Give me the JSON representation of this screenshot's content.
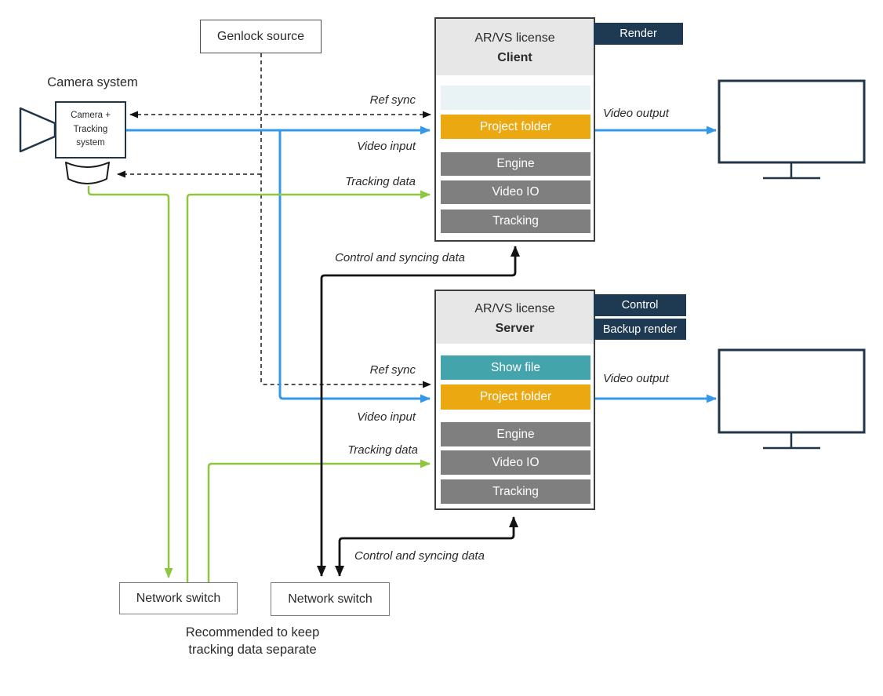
{
  "colors": {
    "tag_navy": "#1e3a52",
    "outline_navy": "#213549",
    "module_gray": "#7f7f7f",
    "header_gray": "#e7e7e7",
    "placeholder_blue": "#e9f3f6",
    "teal": "#44a4ac",
    "orange": "#eba811",
    "arrow_blue": "#3498ea",
    "arrow_green": "#8dc63f",
    "line_black": "#131313"
  },
  "camera": {
    "label": "Camera system",
    "body_lines": [
      "Camera +",
      "Tracking",
      "system"
    ]
  },
  "genlock": {
    "label": "Genlock source"
  },
  "client": {
    "license": "AR/VS license",
    "role": "Client",
    "tags": [
      "Render"
    ],
    "placeholder": "",
    "modules": [
      "Project folder",
      "Engine",
      "Video IO",
      "Tracking"
    ]
  },
  "server": {
    "license": "AR/VS license",
    "role": "Server",
    "tags": [
      "Control",
      "Backup render"
    ],
    "modules": [
      "Show file",
      "Project folder",
      "Engine",
      "Video IO",
      "Tracking"
    ]
  },
  "labels": {
    "ref_sync": "Ref sync",
    "video_input": "Video input",
    "tracking_data": "Tracking data",
    "control_sync": "Control and syncing data",
    "video_output": "Video output"
  },
  "switches": [
    {
      "label": "Network switch"
    },
    {
      "label": "Network switch"
    }
  ],
  "note": [
    "Recommended to keep",
    "tracking data separate"
  ]
}
